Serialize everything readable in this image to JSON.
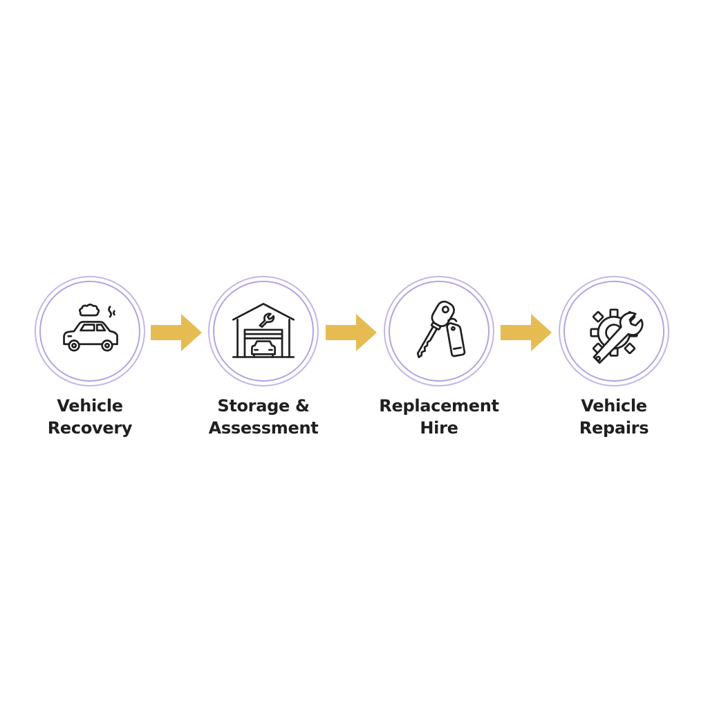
{
  "accent_color": "#e6bc52",
  "ring_color": "#b9aae3",
  "steps": [
    {
      "line1": "Vehicle",
      "line2": "Recovery",
      "icon": "broken-down-car-icon"
    },
    {
      "line1": "Storage &",
      "line2": "Assessment",
      "icon": "garage-wrench-icon"
    },
    {
      "line1": "Replacement",
      "line2": "Hire",
      "icon": "car-key-icon"
    },
    {
      "line1": "Vehicle",
      "line2": "Repairs",
      "icon": "gear-wrench-icon"
    }
  ]
}
